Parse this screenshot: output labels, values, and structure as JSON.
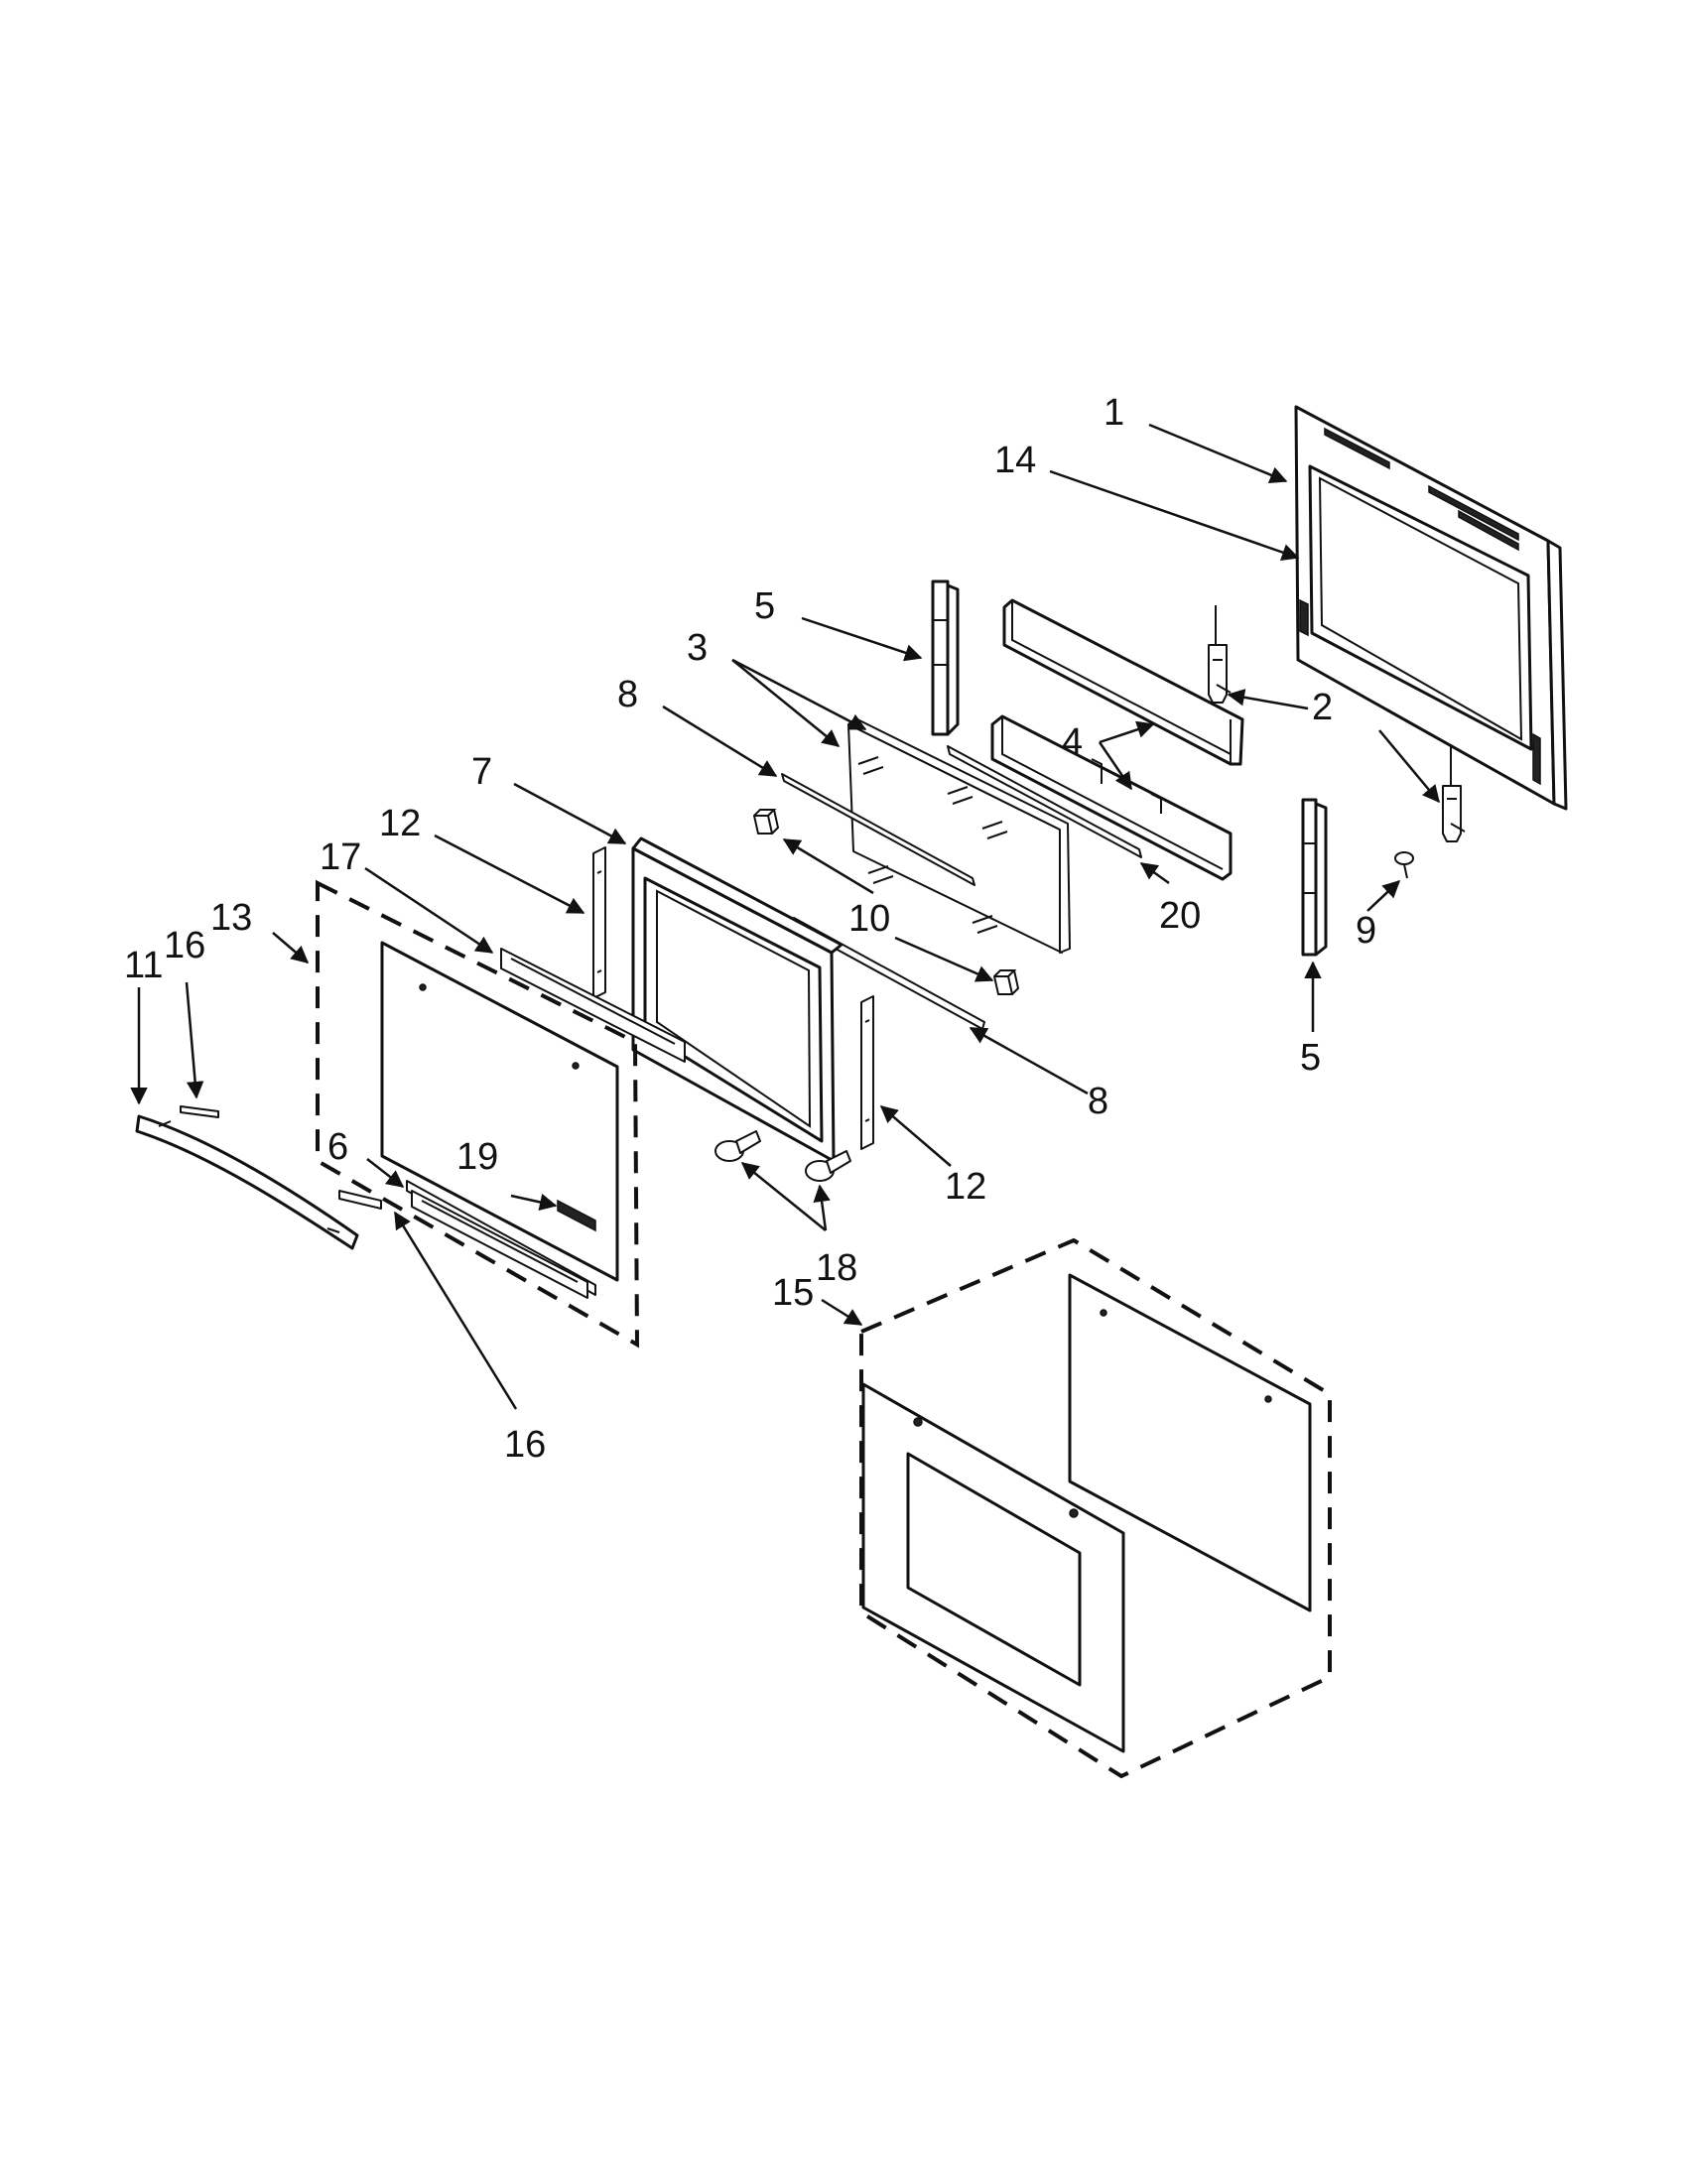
{
  "callouts": [
    {
      "id": "1",
      "label": "1"
    },
    {
      "id": "14",
      "label": "14"
    },
    {
      "id": "5a",
      "label": "5"
    },
    {
      "id": "3",
      "label": "3"
    },
    {
      "id": "8a",
      "label": "8"
    },
    {
      "id": "2",
      "label": "2"
    },
    {
      "id": "4",
      "label": "4"
    },
    {
      "id": "7",
      "label": "7"
    },
    {
      "id": "12a",
      "label": "12"
    },
    {
      "id": "17",
      "label": "17"
    },
    {
      "id": "13",
      "label": "13"
    },
    {
      "id": "11",
      "label": "11"
    },
    {
      "id": "16a",
      "label": "16"
    },
    {
      "id": "10",
      "label": "10"
    },
    {
      "id": "20",
      "label": "20"
    },
    {
      "id": "9",
      "label": "9"
    },
    {
      "id": "5b",
      "label": "5"
    },
    {
      "id": "8b",
      "label": "8"
    },
    {
      "id": "12b",
      "label": "12"
    },
    {
      "id": "19",
      "label": "19"
    },
    {
      "id": "6",
      "label": "6"
    },
    {
      "id": "18",
      "label": "18"
    },
    {
      "id": "15",
      "label": "15"
    },
    {
      "id": "16b",
      "label": "16"
    }
  ],
  "colors": {
    "ink": "#111111",
    "paper": "#ffffff"
  }
}
